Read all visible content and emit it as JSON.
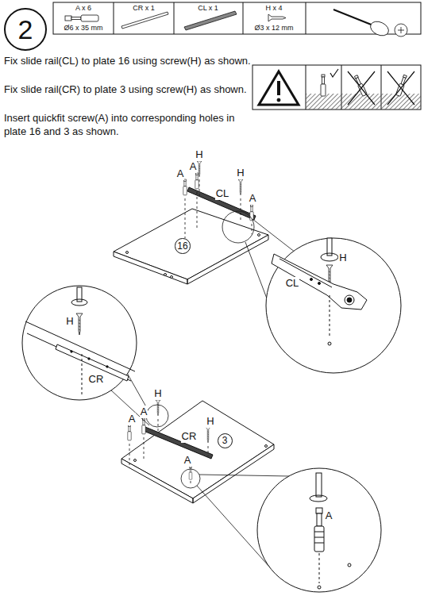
{
  "diagram": {
    "nodes": [
      {
        "text": [
          "2"
        ]
      },
      {
        "text": [
          "16"
        ]
      },
      {
        "text": [
          "3"
        ]
      }
    ],
    "labels": [
      "A x 6",
      "Ø6 x 35 mm",
      "CR x 1",
      "CL x 1",
      "H x 4",
      "Ø3 x 12 mm",
      "Fix slide rail(CL) to plate 16 using screw(H) as shown.",
      "Fix slide rail(CR) to plate 3 using screw(H) as shown.",
      "Insert quickfit screw(A) into corresponding holes in plate 16 and 3 as shown.",
      "H",
      "A",
      "A",
      "CL",
      "H",
      "A",
      "H",
      "CL",
      "H",
      "CR",
      "H",
      "A",
      "A",
      "CR",
      "H",
      "A",
      "A"
    ]
  }
}
